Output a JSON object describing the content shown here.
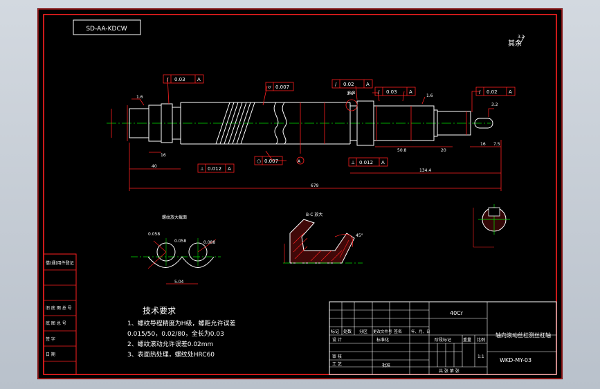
{
  "drawing": {
    "code_box": "SD-AA-KDCW",
    "roughness_note": {
      "label": "其余",
      "value": "3.2"
    },
    "main_view": {
      "tolerances": [
        {
          "symbol": "/",
          "value": "0.03",
          "datum": "A"
        },
        {
          "symbol": "/",
          "value": "0.02",
          "datum": "A"
        },
        {
          "symbol": "/",
          "value": "0.03",
          "datum": "A"
        },
        {
          "symbol": "/",
          "value": "0.02",
          "datum": "A"
        },
        {
          "symbol": "⌭",
          "value": "0.007",
          "datum": ""
        },
        {
          "symbol": "⊥",
          "value": "0.012",
          "datum": "A"
        },
        {
          "symbol": "⊥",
          "value": "0.012",
          "datum": "A"
        },
        {
          "symbol": "○",
          "value": "0.007",
          "datum": ""
        }
      ],
      "dimensions": {
        "d1": "16",
        "d2": "40",
        "d3": "679",
        "d4": "50.8",
        "d5": "20",
        "d6": "134.4",
        "d7": "16",
        "d8": "7.5",
        "r1": "1.6",
        "r2": "1.6",
        "r3": "1.6",
        "r4": "3.2"
      },
      "section_mark": "B-B",
      "datum_label": "A"
    },
    "thread_detail": {
      "title": "螺纹放大截面",
      "v1": "0.058",
      "v2": "0.058",
      "v3": "0.088",
      "v4": "5.04"
    },
    "bb_section": {
      "title": "B-C 放大",
      "angle": "45°"
    },
    "notes": {
      "title": "技术要求",
      "lines": [
        "1、螺纹导程精度为H级，螺距允许误差",
        "0.015/50，0.02/80，全长为0.03",
        "2、螺纹滚动允许误差0.02mm",
        "3、表面热处理，螺纹处HRC60"
      ]
    },
    "title_block": {
      "material": "40Cr",
      "part_name": "轴向滚动丝杠测丝杠轴",
      "drawing_number": "WKD-MY-03",
      "scale": "1:1",
      "label_design": "设 计",
      "label_standard": "标准化",
      "label_review": "审 核",
      "label_process": "工 艺",
      "label_approve": "批准",
      "label_stage": "阶段标记",
      "label_weight": "重量",
      "label_ratio": "比例",
      "label_sheets": "共   张 第   张",
      "label_mark": "标记",
      "label_count": "处数",
      "label_zone": "分区",
      "label_doc": "更改文件号",
      "label_sign": "签名",
      "label_date": "年、月、日"
    },
    "side_labels": [
      "借(通)用件登记",
      "旧 底 图 总 号",
      "底 图 总 号",
      "签 字",
      "日 期"
    ]
  },
  "colors": {
    "red": "#ff2020",
    "white": "#ffffff",
    "green": "#00e000",
    "cyan": "#00d0d0",
    "blue": "#4060ff"
  }
}
